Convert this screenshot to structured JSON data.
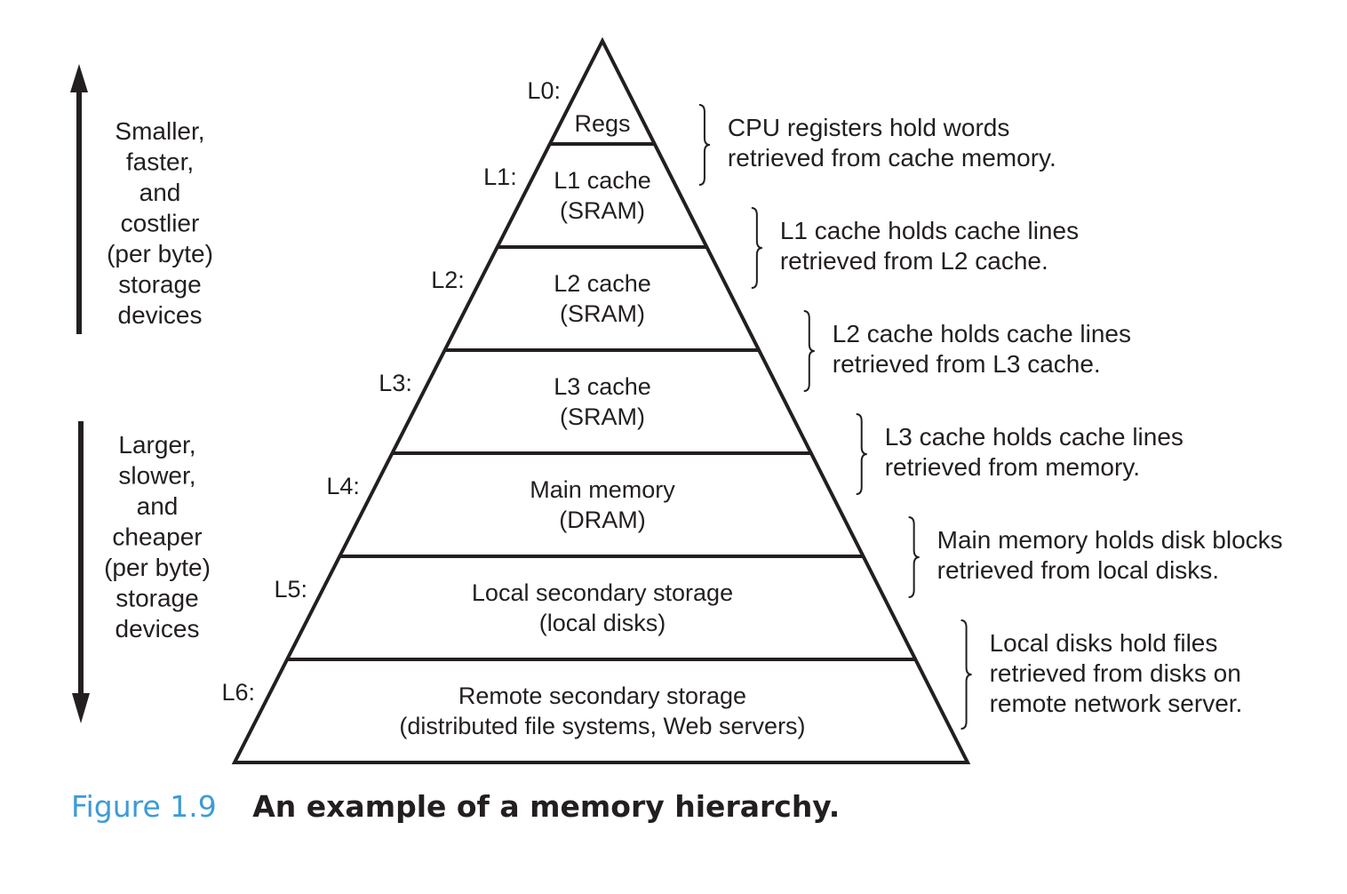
{
  "side": {
    "top": [
      "Smaller,",
      "faster,",
      "and",
      "costlier",
      "(per byte)",
      "storage",
      "devices"
    ],
    "bottom": [
      "Larger,",
      "slower,",
      "and",
      "cheaper",
      "(per byte)",
      "storage",
      "devices"
    ]
  },
  "levels": [
    {
      "label": "L0:",
      "lines": [
        "Regs"
      ],
      "note": [
        "CPU registers hold words",
        "retrieved from cache memory."
      ]
    },
    {
      "label": "L1:",
      "lines": [
        "L1 cache",
        "(SRAM)"
      ],
      "note": [
        "L1 cache holds cache lines",
        "retrieved from L2 cache."
      ]
    },
    {
      "label": "L2:",
      "lines": [
        "L2 cache",
        "(SRAM)"
      ],
      "note": [
        "L2 cache holds cache lines",
        "retrieved from L3 cache."
      ]
    },
    {
      "label": "L3:",
      "lines": [
        "L3 cache",
        "(SRAM)"
      ],
      "note": [
        "L3 cache holds cache lines",
        "retrieved from memory."
      ]
    },
    {
      "label": "L4:",
      "lines": [
        "Main memory",
        "(DRAM)"
      ],
      "note": [
        "Main memory holds disk blocks",
        "retrieved from local disks."
      ]
    },
    {
      "label": "L5:",
      "lines": [
        "Local secondary storage",
        "(local disks)"
      ],
      "note": [
        "Local disks hold files",
        "retrieved from disks on",
        "remote network server."
      ]
    },
    {
      "label": "L6:",
      "lines": [
        "Remote secondary storage",
        "(distributed file systems, Web servers)"
      ],
      "note": []
    }
  ],
  "caption": {
    "label": "Figure 1.9",
    "title": "An example of a memory hierarchy."
  }
}
